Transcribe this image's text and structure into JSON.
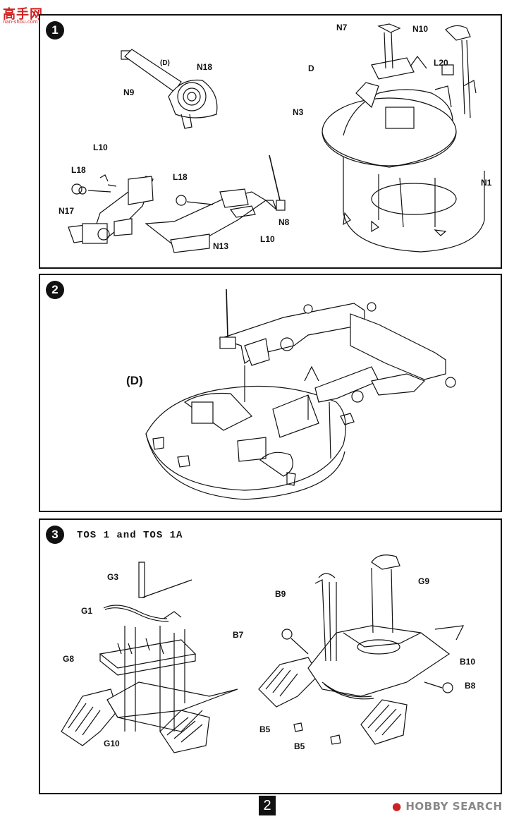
{
  "watermark_top": {
    "brand": "高手网",
    "url": "nan-shou.com"
  },
  "step1": {
    "number": "1",
    "labels": {
      "N7": "N7",
      "N10": "N10",
      "D_a": "(D)",
      "N18": "N18",
      "N9": "N9",
      "D_b": "D",
      "L20": "L20",
      "N3": "N3",
      "L10_a": "L10",
      "L18_a": "L18",
      "L18_b": "L18",
      "N17": "N17",
      "N8": "N8",
      "L10_b": "L10",
      "N13": "N13",
      "N1": "N1"
    }
  },
  "step2": {
    "number": "2",
    "label_D": "(D)"
  },
  "step3": {
    "number": "3",
    "title": "TOS 1 and TOS 1A",
    "labels": {
      "G3": "G3",
      "G1": "G1",
      "G8": "G8",
      "G10": "G10",
      "B9": "B9",
      "G9": "G9",
      "B7": "B7",
      "B10": "B10",
      "B8": "B8",
      "B5_a": "B5",
      "B5_b": "B5"
    }
  },
  "page_number": "2",
  "watermark_bottom": {
    "text": "HOBBY SEARCH",
    "mark": "●"
  },
  "colors": {
    "line": "#111111",
    "accent": "#d12222",
    "watermark": "#888888"
  }
}
